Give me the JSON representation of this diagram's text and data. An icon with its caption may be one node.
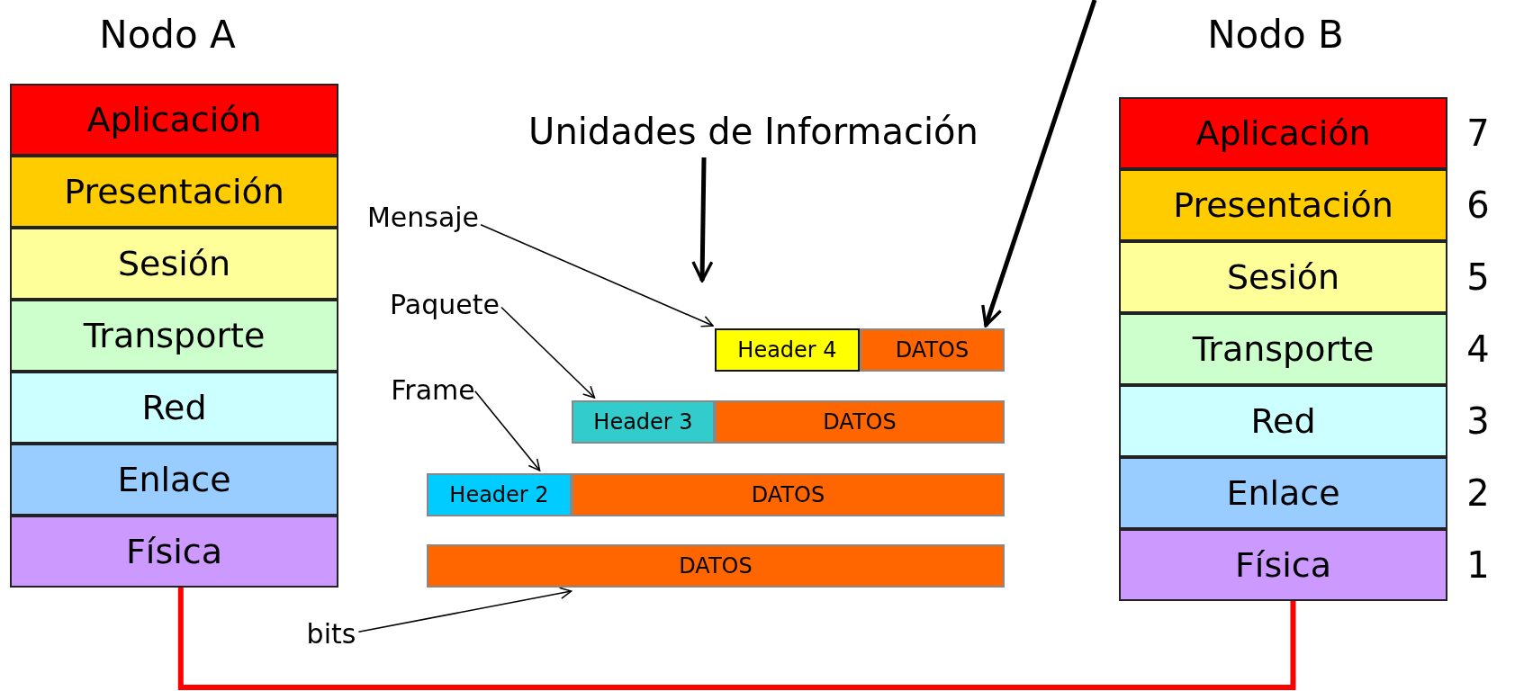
{
  "diagram": {
    "nodes": [
      {
        "text": [
          "Aplicación"
        ]
      },
      {
        "text": [
          "Presentación"
        ]
      },
      {
        "text": [
          "Sesión"
        ]
      },
      {
        "text": [
          "Transporte"
        ]
      },
      {
        "text": [
          "Red"
        ]
      },
      {
        "text": [
          "Enlace"
        ]
      },
      {
        "text": [
          "Física"
        ]
      },
      {
        "text": [
          "Aplicación"
        ],
        "beside": [
          "7"
        ]
      },
      {
        "text": [
          "Presentación"
        ],
        "beside": [
          "6"
        ]
      },
      {
        "text": [
          "Sesión"
        ],
        "beside": [
          "5"
        ]
      },
      {
        "text": [
          "Transporte"
        ],
        "beside": [
          "4"
        ]
      },
      {
        "text": [
          "Red"
        ],
        "beside": [
          "3"
        ]
      },
      {
        "text": [
          "Enlace"
        ],
        "beside": [
          "2"
        ]
      },
      {
        "text": [
          "Física"
        ],
        "beside": [
          "1"
        ]
      },
      {
        "text": [
          "Header 4"
        ]
      },
      {
        "text": [
          "DATOS"
        ]
      },
      {
        "text": [
          "Header 3"
        ]
      },
      {
        "text": [
          "DATOS"
        ]
      },
      {
        "text": [
          "Header 2"
        ]
      },
      {
        "text": [
          "DATOS"
        ]
      },
      {
        "text": [
          "DATOS"
        ]
      },
      {
        "text": [
          "Mensaje"
        ]
      },
      {
        "text": [
          "Paquete"
        ]
      },
      {
        "text": [
          "Frame"
        ]
      },
      {
        "text": [
          "bits"
        ]
      },
      {
        "text": [
          "Unidades de Información"
        ]
      }
    ],
    "edges": [
      {
        "from": 21,
        "to": 14,
        "arrow": "to"
      },
      {
        "from": 22,
        "to": 16,
        "arrow": "to"
      },
      {
        "from": 23,
        "to": 18,
        "arrow": "to"
      },
      {
        "from": 24,
        "to": 20,
        "arrow": "to"
      },
      {
        "from": 25,
        "to": null,
        "arrow": "to",
        "style": "thick"
      },
      {
        "from": null,
        "to": 15,
        "arrow": "to",
        "style": "thick"
      },
      {
        "from": 6,
        "to": 13,
        "arrow": "none",
        "style": "thick",
        "color": "#ff0000"
      }
    ],
    "labels": [
      "Nodo A",
      "Nodo B"
    ]
  }
}
